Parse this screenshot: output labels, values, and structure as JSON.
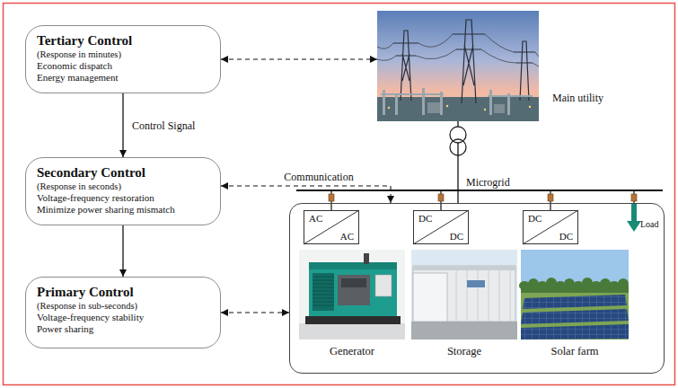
{
  "diagram": {
    "nodes": [
      {
        "text": [
          "Tertiary Control",
          "(Response in minutes)",
          "Economic dispatch",
          "Energy management"
        ]
      },
      {
        "text": [
          "Main utility"
        ]
      },
      {
        "text": [
          "Secondary Control",
          "(Response in seconds)",
          "Voltage-frequency restoration",
          "Minimize power sharing mismatch"
        ]
      },
      {
        "text": [
          "Primary Control",
          "(Response in sub-seconds)",
          "Voltage-frequency stability",
          "Power sharing"
        ]
      },
      {
        "text": [
          "Microgrid"
        ]
      },
      {
        "text": [
          "AC",
          "AC"
        ],
        "in": 4
      },
      {
        "text": [
          "DC",
          "DC"
        ],
        "in": 4
      },
      {
        "text": [
          "DC",
          "DC"
        ],
        "in": 4
      },
      {
        "text": [
          "Generator"
        ],
        "in": 4
      },
      {
        "text": [
          "Storage"
        ],
        "in": 4
      },
      {
        "text": [
          "Solar farm"
        ],
        "in": 4
      }
    ],
    "edges": [
      {
        "from": 0,
        "to": 2,
        "arrow": "to",
        "label": "Control Signal"
      },
      {
        "from": 2,
        "to": 3,
        "arrow": "to"
      },
      {
        "from": 0,
        "to": 1,
        "arrow": "both"
      },
      {
        "from": 2,
        "to": 4,
        "arrow": "both",
        "label": "Communication"
      },
      {
        "from": 3,
        "to": 4,
        "arrow": "both"
      },
      {
        "from": 1,
        "to": 4,
        "arrow": "none"
      }
    ],
    "labels": [
      "Load"
    ]
  }
}
